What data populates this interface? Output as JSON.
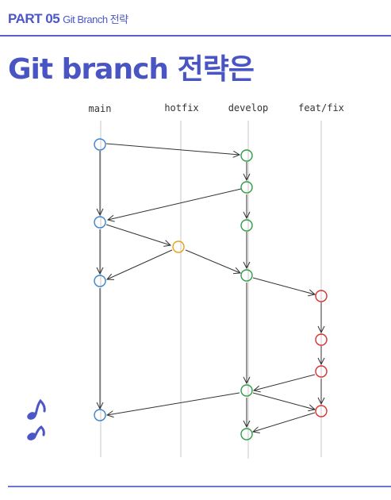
{
  "header": {
    "part": "PART 05",
    "subtitle": "Git  Branch 전략"
  },
  "title": "Git  branch 전략은",
  "lanes": [
    "main",
    "hotfix",
    "develop",
    "feat/fix"
  ],
  "colors": {
    "main": "#3b82c9",
    "hotfix": "#e8a010",
    "develop": "#2e9e44",
    "feat": "#d93030",
    "accent": "#4b57c7"
  },
  "icons": [
    "music-note-icon",
    "music-note-icon"
  ]
}
